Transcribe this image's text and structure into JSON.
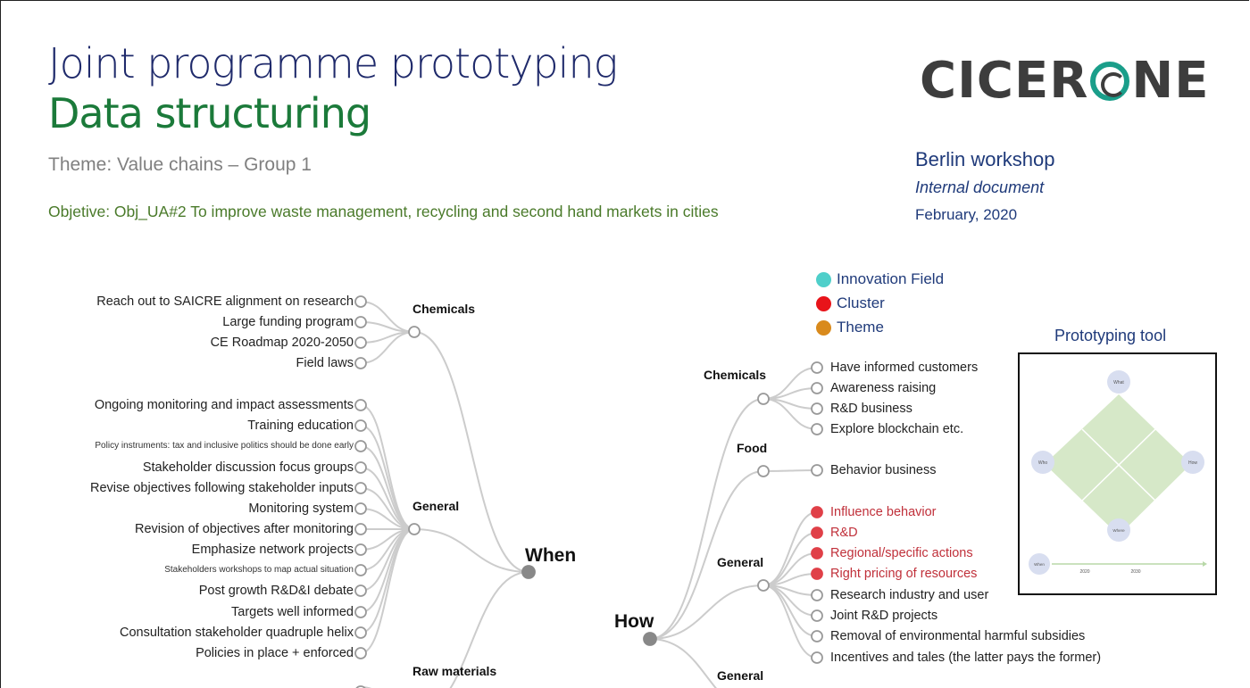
{
  "header": {
    "title_line1": "Joint programme prototyping",
    "title_line2": "Data structuring",
    "theme": "Theme: Value chains – Group 1",
    "objective": "Objetive: Obj_UA#2 To improve waste management, recycling and second hand markets in cities",
    "logo_text": "CICERONE",
    "logo_left": "CICER",
    "logo_right": "NE",
    "workshop": "Berlin workshop",
    "doc_type": "Internal document",
    "date": "February, 2020"
  },
  "legend": [
    {
      "label": "Innovation Field",
      "color": "#4fcfca"
    },
    {
      "label": "Cluster",
      "color": "#e8141a"
    },
    {
      "label": "Theme",
      "color": "#d98a1c"
    }
  ],
  "prototyping_tool": {
    "title": "Prototyping tool",
    "labels": {
      "what": "What",
      "who": "Who",
      "how": "How",
      "where": "Where",
      "when": "When"
    },
    "years": [
      "2020",
      "2030"
    ]
  },
  "when_tree": {
    "root": "When",
    "branches": [
      {
        "label": "Chemicals",
        "leaves": [
          "Reach out to SAICRE alignment on research",
          "Large funding program",
          "CE Roadmap 2020-2050",
          "Field laws"
        ]
      },
      {
        "label": "General",
        "leaves": [
          "Ongoing monitoring and impact assessments",
          "Training education",
          "Policy instruments: tax and inclusive politics should be done early",
          "Stakeholder discussion focus groups",
          "Revise objectives following stakeholder inputs",
          "Monitoring system",
          "Revision of objectives after monitoring",
          "Emphasize network projects",
          "Stakeholders workshops to map actual situation",
          "Post growth R&D&I debate",
          "Targets well informed",
          "Consultation stakeholder quadruple helix",
          "Policies in place + enforced"
        ]
      },
      {
        "label": "Raw materials",
        "leaves": []
      }
    ]
  },
  "how_tree": {
    "root": "How",
    "branches": [
      {
        "label": "Chemicals",
        "leaves": [
          "Have informed customers",
          "Awareness raising",
          "R&D business",
          "Explore blockchain etc."
        ],
        "highlighted": []
      },
      {
        "label": "Food",
        "leaves": [
          "Behavior business"
        ],
        "highlighted": []
      },
      {
        "label": "General",
        "leaves": [
          "Influence behavior",
          "R&D",
          "Regional/specific actions",
          "Right pricing of resources",
          "Research industry and user",
          "Joint R&D projects",
          "Removal of environmental harmful subsidies",
          "Incentives and tales (the latter pays the former)"
        ],
        "highlighted": [
          0,
          1,
          2,
          3
        ]
      },
      {
        "label": "General",
        "leaves": [],
        "highlighted": []
      }
    ]
  },
  "colors": {
    "highlight": "#e04048",
    "link": "#cccccc",
    "node": "#888888"
  }
}
